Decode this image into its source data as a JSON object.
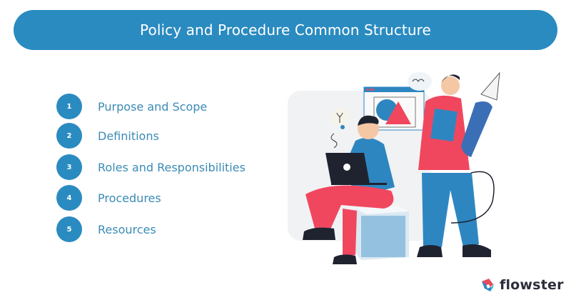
{
  "header": {
    "title": "Policy and Procedure Common Structure"
  },
  "list": {
    "items": [
      {
        "number": "1",
        "label": "Purpose and Scope"
      },
      {
        "number": "2",
        "label": "Definitions"
      },
      {
        "number": "3",
        "label": "Roles and Responsibilities"
      },
      {
        "number": "4",
        "label": "Procedures"
      },
      {
        "number": "5",
        "label": "Resources"
      }
    ]
  },
  "illustration": {
    "description": "Two people: one seated on a box using a laptop, one standing holding a folder and a large fountain pen, with a design-window graphic behind"
  },
  "brand": {
    "name": "flowster"
  },
  "colors": {
    "accent": "#2a8bc0",
    "text": "#3b8bb5",
    "pink": "#f0475f",
    "blue": "#2e86c1",
    "dark": "#1f2330"
  }
}
